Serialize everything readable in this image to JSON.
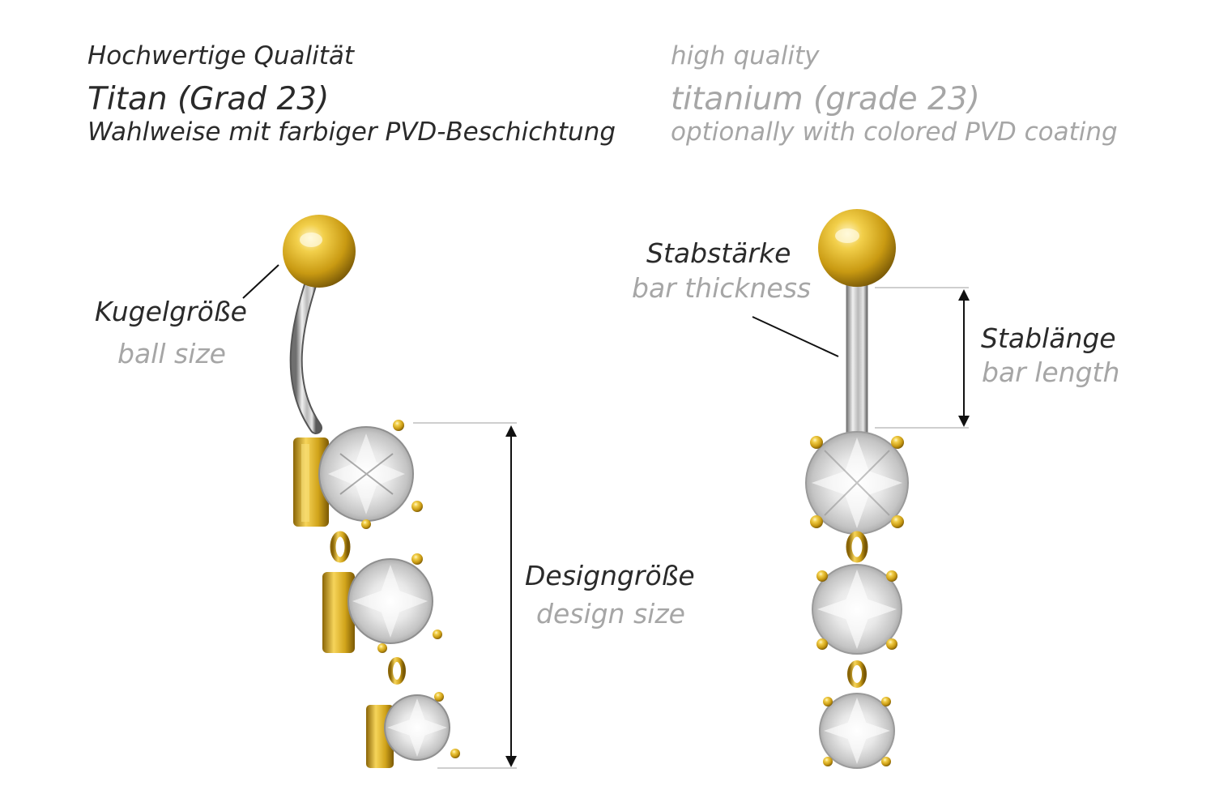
{
  "header": {
    "de": {
      "quality": "Hochwertige Qualität",
      "material": "Titan (Grad 23)",
      "coating": "Wahlweise mit farbiger PVD-Beschichtung"
    },
    "en": {
      "quality": "high quality",
      "material": "titanium (grade 23)",
      "coating": "optionally with colored PVD coating"
    }
  },
  "labels": {
    "ball_size": {
      "de": "Kugelgröße",
      "en": "ball size"
    },
    "design_size": {
      "de": "Designgröße",
      "en": "design size"
    },
    "bar_thickness": {
      "de": "Stabstärke",
      "en": "bar thickness"
    },
    "bar_length": {
      "de": "Stablänge",
      "en": "bar length"
    }
  },
  "colors": {
    "gold": "#d4a81c",
    "german_text": "#2a2a2a",
    "english_text": "#a6a6a6"
  },
  "icons": [
    "belly-piercing-side-view",
    "belly-piercing-front-view",
    "dimension-arrow"
  ]
}
